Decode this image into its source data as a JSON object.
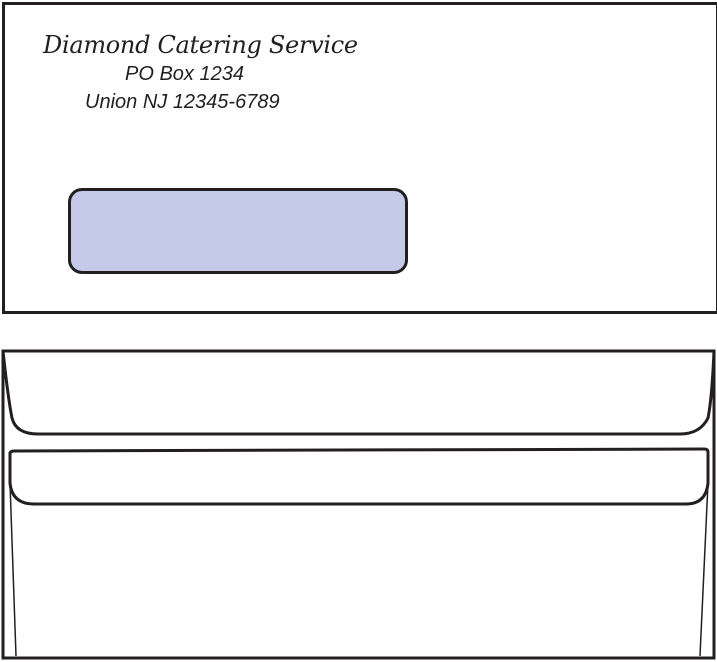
{
  "front": {
    "company_name": "Diamond Catering Service",
    "address_line_1": "PO Box 1234",
    "address_line_2": "Union NJ 12345-6789"
  },
  "colors": {
    "outline": "#231f20",
    "window_fill": "#c5cae9",
    "paper": "#ffffff"
  }
}
